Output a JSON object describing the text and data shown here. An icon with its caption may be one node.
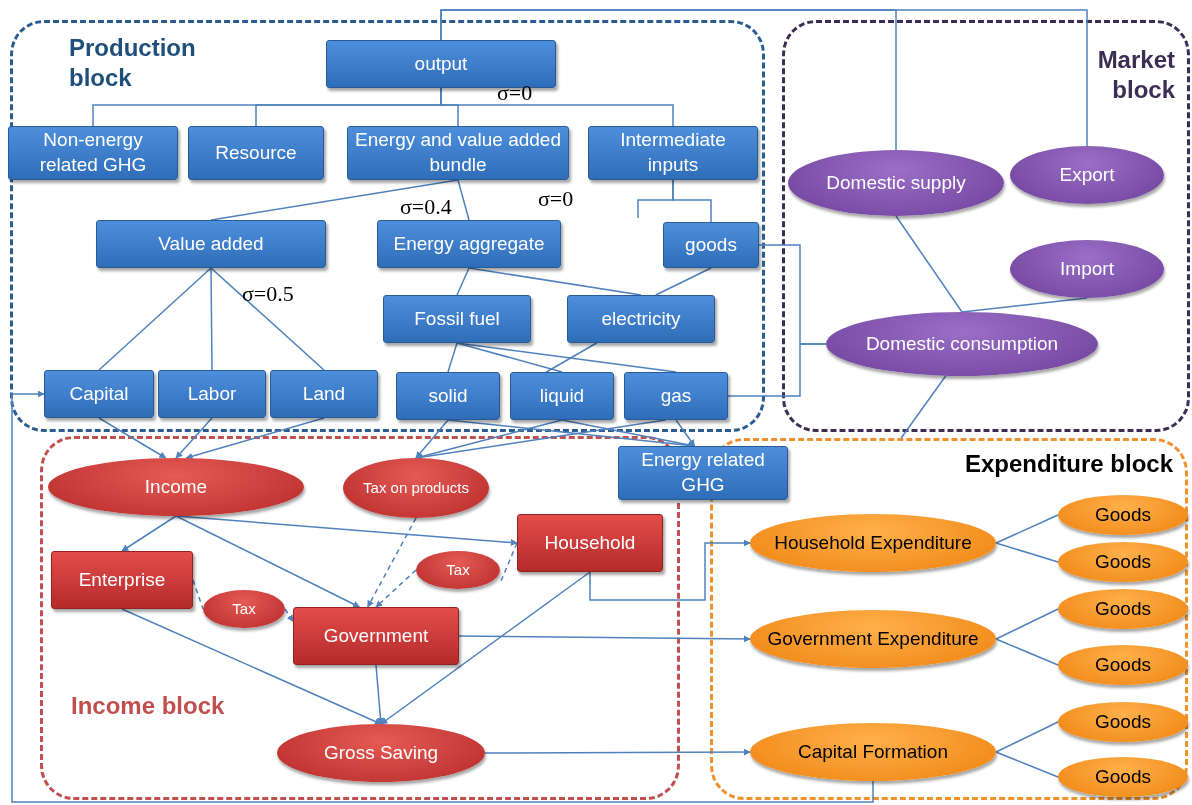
{
  "diagram": {
    "nodes": [
      {
        "text": [
          "Production block"
        ]
      },
      {
        "text": [
          "output"
        ],
        "in": 0
      },
      {
        "text": [
          "Non-energy related GHG"
        ],
        "in": 0
      },
      {
        "text": [
          "Resource"
        ],
        "in": 0
      },
      {
        "text": [
          "Energy and value added bundle"
        ],
        "in": 0
      },
      {
        "text": [
          "Intermediate inputs"
        ],
        "in": 0
      },
      {
        "text": [
          "Value added"
        ],
        "in": 0
      },
      {
        "text": [
          "Energy aggregate"
        ],
        "in": 0
      },
      {
        "text": [
          "goods"
        ],
        "in": 0
      },
      {
        "text": [
          "Fossil fuel"
        ],
        "in": 0
      },
      {
        "text": [
          "electricity"
        ],
        "in": 0
      },
      {
        "text": [
          "Capital"
        ],
        "in": 0
      },
      {
        "text": [
          "Labor"
        ],
        "in": 0
      },
      {
        "text": [
          "Land"
        ],
        "in": 0
      },
      {
        "text": [
          "solid"
        ],
        "in": 0
      },
      {
        "text": [
          "liquid"
        ],
        "in": 0
      },
      {
        "text": [
          "gas"
        ],
        "in": 0
      },
      {
        "text": [
          "Market block"
        ]
      },
      {
        "text": [
          "Domestic supply"
        ],
        "in": 17
      },
      {
        "text": [
          "Export"
        ],
        "in": 17
      },
      {
        "text": [
          "Import"
        ],
        "in": 17
      },
      {
        "text": [
          "Domestic consumption"
        ],
        "in": 17
      },
      {
        "text": [
          "Income block"
        ]
      },
      {
        "text": [
          "Income"
        ],
        "in": 22
      },
      {
        "text": [
          "Tax on products"
        ],
        "in": 22
      },
      {
        "text": [
          "Energy related GHG"
        ]
      },
      {
        "text": [
          "Household"
        ],
        "in": 22
      },
      {
        "text": [
          "Tax"
        ],
        "in": 22
      },
      {
        "text": [
          "Enterprise"
        ],
        "in": 22
      },
      {
        "text": [
          "Tax"
        ],
        "in": 22
      },
      {
        "text": [
          "Government"
        ],
        "in": 22
      },
      {
        "text": [
          "Gross Saving"
        ],
        "in": 22
      },
      {
        "text": [
          "Expenditure  block"
        ]
      },
      {
        "text": [
          "Household Expenditure"
        ],
        "in": 32
      },
      {
        "text": [
          "Goods"
        ],
        "in": 32
      },
      {
        "text": [
          "Goods"
        ],
        "in": 32
      },
      {
        "text": [
          "Government Expenditure"
        ],
        "in": 32
      },
      {
        "text": [
          "Goods"
        ],
        "in": 32
      },
      {
        "text": [
          "Goods"
        ],
        "in": 32
      },
      {
        "text": [
          "Capital Formation"
        ],
        "in": 32
      },
      {
        "text": [
          "Goods"
        ],
        "in": 32
      },
      {
        "text": [
          "Goods"
        ],
        "in": 32
      }
    ],
    "edges": [
      {
        "from": 1,
        "to": 2,
        "arrow": "none"
      },
      {
        "from": 1,
        "to": 3,
        "arrow": "none"
      },
      {
        "from": 1,
        "to": 4,
        "arrow": "none"
      },
      {
        "from": 1,
        "to": 5,
        "arrow": "none"
      },
      {
        "from": 4,
        "to": 6,
        "arrow": "none"
      },
      {
        "from": 4,
        "to": 7,
        "arrow": "none"
      },
      {
        "from": 5,
        "to": 8,
        "arrow": "none"
      },
      {
        "from": 5,
        "to": null,
        "arrow": "none"
      },
      {
        "from": 6,
        "to": 11,
        "arrow": "none"
      },
      {
        "from": 6,
        "to": 12,
        "arrow": "none"
      },
      {
        "from": 6,
        "to": 13,
        "arrow": "none"
      },
      {
        "from": 7,
        "to": 9,
        "arrow": "none"
      },
      {
        "from": 7,
        "to": 10,
        "arrow": "none"
      },
      {
        "from": 8,
        "to": 10,
        "arrow": "none"
      },
      {
        "from": 9,
        "to": 14,
        "arrow": "none"
      },
      {
        "from": 9,
        "to": 15,
        "arrow": "none"
      },
      {
        "from": 9,
        "to": 16,
        "arrow": "none"
      },
      {
        "from": 10,
        "to": 15,
        "arrow": "none"
      },
      {
        "from": 11,
        "to": 23,
        "arrow": "to"
      },
      {
        "from": 12,
        "to": 23,
        "arrow": "to"
      },
      {
        "from": 13,
        "to": 23,
        "arrow": "to"
      },
      {
        "from": 14,
        "to": 24,
        "arrow": "to"
      },
      {
        "from": 15,
        "to": 24,
        "arrow": "to"
      },
      {
        "from": 16,
        "to": 24,
        "arrow": "to"
      },
      {
        "from": 14,
        "to": 25,
        "arrow": "to"
      },
      {
        "from": 15,
        "to": 25,
        "arrow": "to"
      },
      {
        "from": 16,
        "to": 25,
        "arrow": "to"
      },
      {
        "from": 8,
        "to": 21,
        "arrow": "none"
      },
      {
        "from": 16,
        "to": 21,
        "arrow": "none"
      },
      {
        "from": 1,
        "to": 18,
        "arrow": "none"
      },
      {
        "from": 1,
        "to": 19,
        "arrow": "none"
      },
      {
        "from": 18,
        "to": 21,
        "arrow": "none"
      },
      {
        "from": 20,
        "to": 21,
        "arrow": "none"
      },
      {
        "from": 21,
        "to": 32,
        "arrow": "none"
      },
      {
        "from": 39,
        "to": 11,
        "arrow": "to"
      },
      {
        "from": 23,
        "to": 28,
        "arrow": "to"
      },
      {
        "from": 23,
        "to": 30,
        "arrow": "to"
      },
      {
        "from": 23,
        "to": 26,
        "arrow": "to"
      },
      {
        "from": 24,
        "to": 30,
        "arrow": "to",
        "style": "dashed"
      },
      {
        "from": 26,
        "to": 27,
        "arrow": "none",
        "style": "dashed"
      },
      {
        "from": 27,
        "to": 30,
        "arrow": "to",
        "style": "dashed"
      },
      {
        "from": 28,
        "to": 29,
        "arrow": "none",
        "style": "dashed"
      },
      {
        "from": 29,
        "to": 30,
        "arrow": "to",
        "style": "dashed"
      },
      {
        "from": 28,
        "to": 31,
        "arrow": "to"
      },
      {
        "from": 30,
        "to": 31,
        "arrow": "to"
      },
      {
        "from": 26,
        "to": 31,
        "arrow": "to"
      },
      {
        "from": 26,
        "to": 33,
        "arrow": "to"
      },
      {
        "from": 30,
        "to": 36,
        "arrow": "to"
      },
      {
        "from": 31,
        "to": 39,
        "arrow": "to"
      },
      {
        "from": 33,
        "to": 34,
        "arrow": "none"
      },
      {
        "from": 33,
        "to": 35,
        "arrow": "none"
      },
      {
        "from": 36,
        "to": 37,
        "arrow": "none"
      },
      {
        "from": 36,
        "to": 38,
        "arrow": "none"
      },
      {
        "from": 39,
        "to": 40,
        "arrow": "none"
      },
      {
        "from": 39,
        "to": 41,
        "arrow": "none"
      }
    ],
    "labels": [
      "σ=0",
      "σ=0.4",
      "σ=0",
      "σ=0.5"
    ]
  }
}
